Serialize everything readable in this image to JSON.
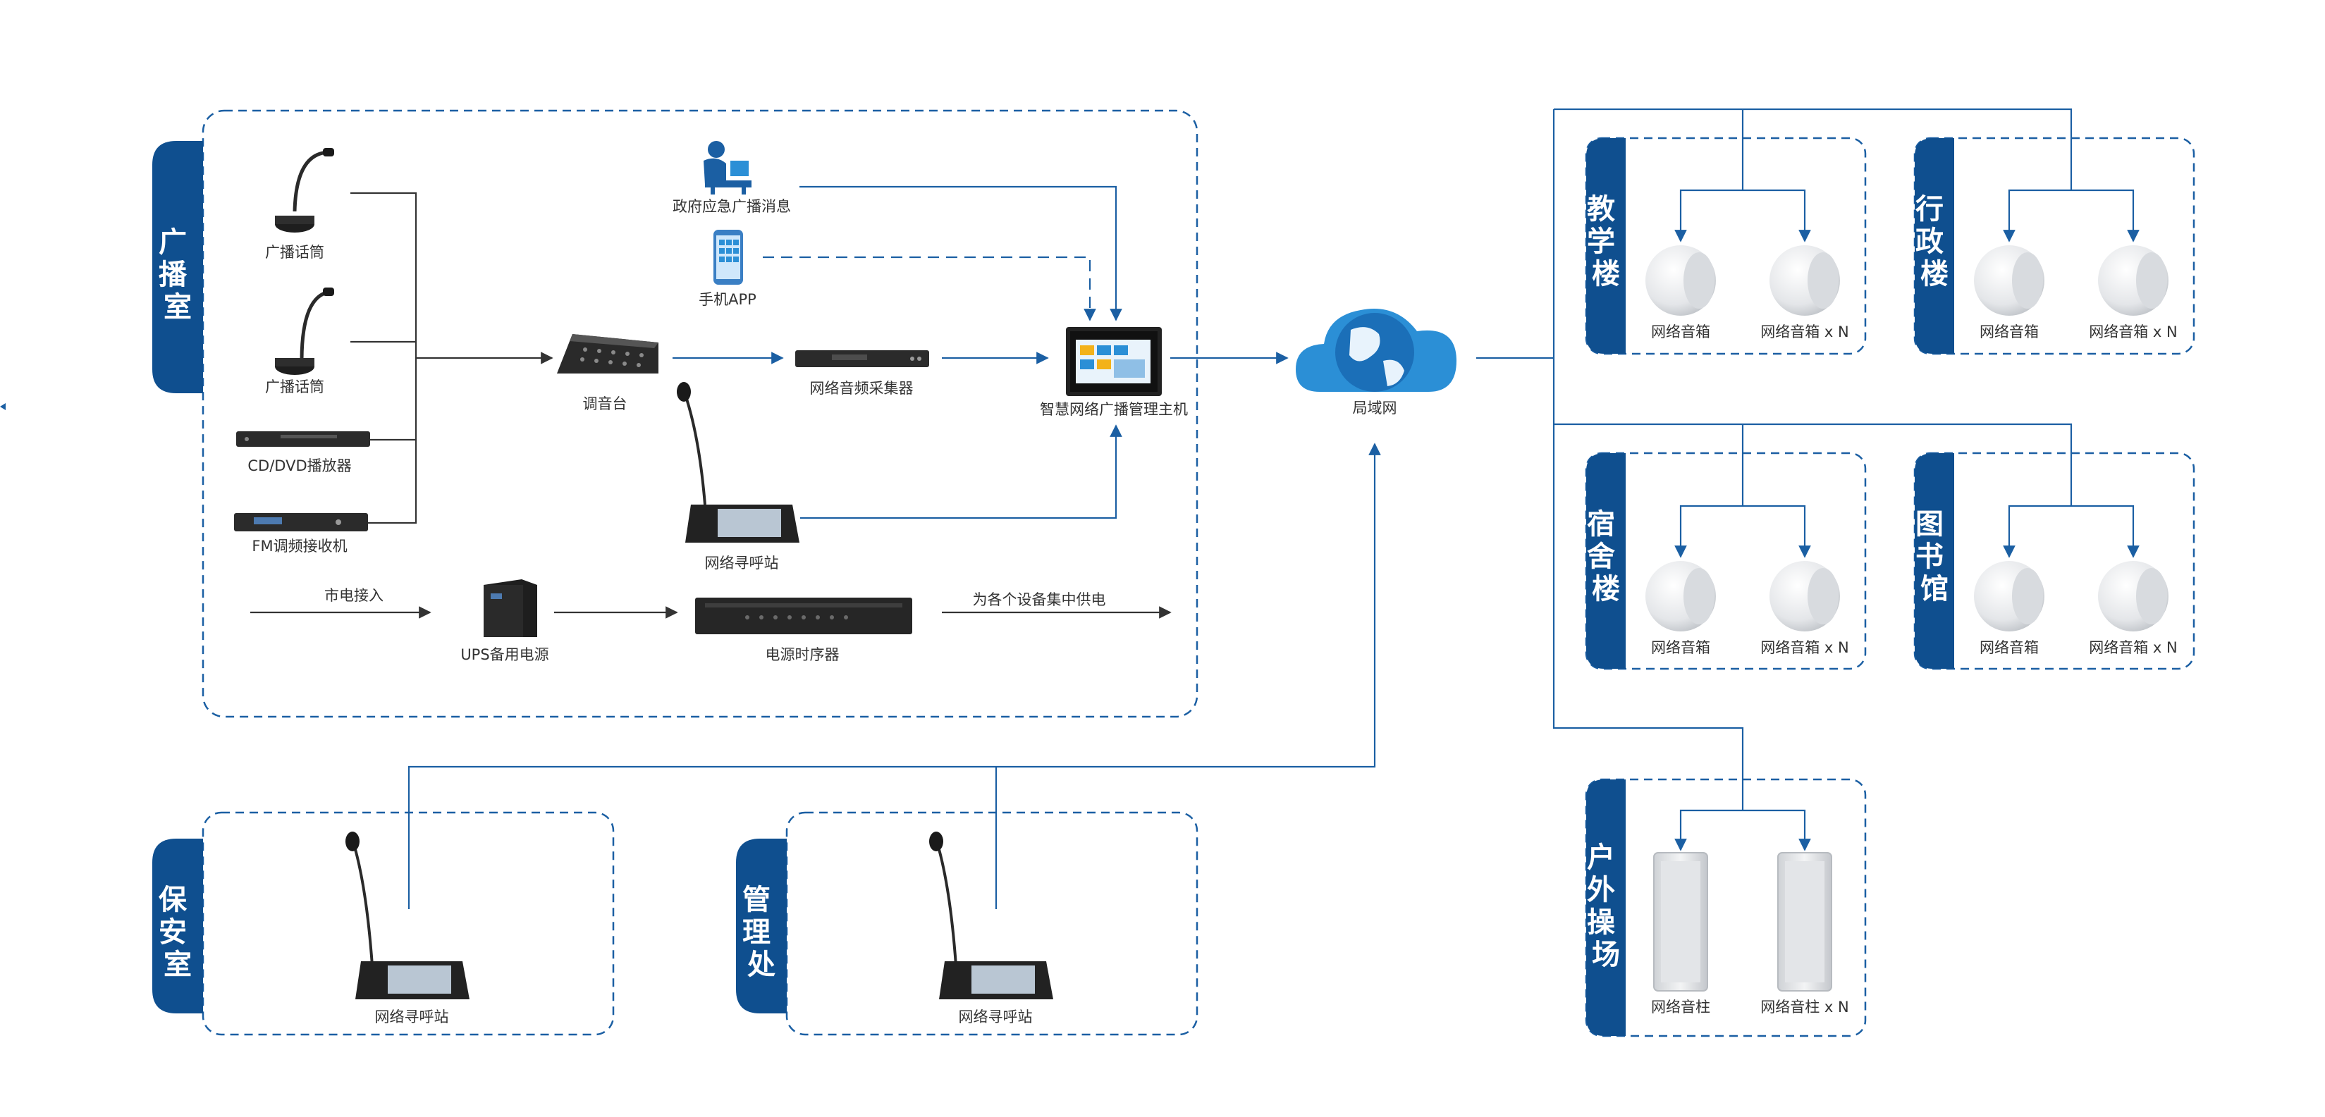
{
  "colors": {
    "blue": "#1b5fa3",
    "dark_blue": "#0f4f8f",
    "line": "#333333",
    "cloud": "#2b8fd6"
  },
  "zones": {
    "broadcast_room": "广播室",
    "security_room": "保安室",
    "management_office": "管理处",
    "teaching_building": "教学楼",
    "admin_building": "行政楼",
    "dormitory": "宿舍楼",
    "library": "图书馆",
    "outdoor_playground": "户外操场"
  },
  "devices": {
    "mic1": "广播话筒",
    "mic2": "广播话筒",
    "dvd": "CD/DVD播放器",
    "fm": "FM调频接收机",
    "gov": "政府应急广播消息",
    "app": "手机APP",
    "mixer": "调音台",
    "collector": "网络音频采集器",
    "host": "智慧网络广播管理主机",
    "paging_main": "网络寻呼站",
    "mains": "市电接入",
    "ups": "UPS备用电源",
    "sequencer": "电源时序器",
    "supply": "为各个设备集中供电",
    "lan": "局域网",
    "paging_security": "网络寻呼站",
    "paging_mgmt": "网络寻呼站"
  },
  "speakers": {
    "speaker": "网络音箱",
    "speaker_n": "网络音箱 x N",
    "column": "网络音柱",
    "column_n": "网络音柱 x N"
  }
}
